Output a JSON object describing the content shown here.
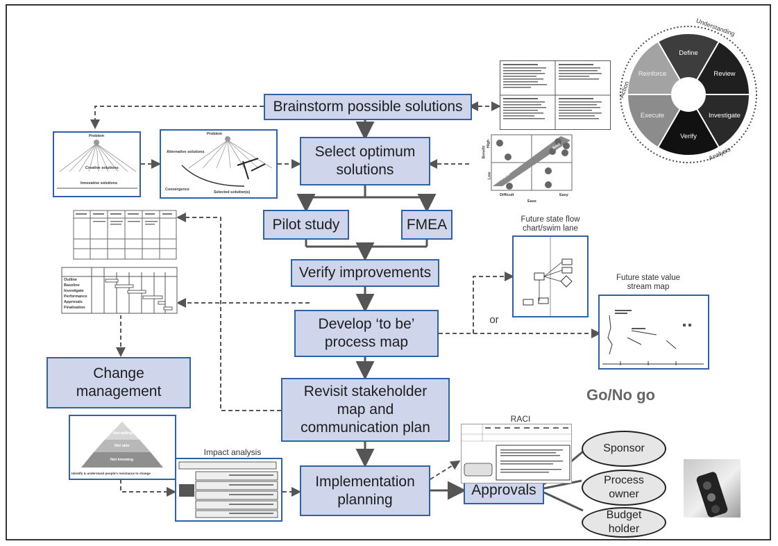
{
  "steps": {
    "brainstorm": "Brainstorm possible solutions",
    "select": "Select optimum solutions",
    "pilot": "Pilot study",
    "fmea": "FMEA",
    "verify": "Verify improvements",
    "develop": "Develop ‘to be’ process map",
    "revisit": "Revisit stakeholder map and communication plan",
    "implementation": "Implementation planning",
    "approvals": "Approvals",
    "change": "Change management"
  },
  "captions": {
    "future_flow": "Future state flow chart/swim lane",
    "future_vsm": "Future state value stream map",
    "impact": "Impact analysis",
    "raci": "RACI",
    "or": "or",
    "go_no_go": "Go/No go"
  },
  "approvers": [
    "Sponsor",
    "Process owner",
    "Budget holder"
  ],
  "cycle": {
    "segments": [
      "Define",
      "Review",
      "Investigate",
      "Verify",
      "Execute",
      "Reinforce"
    ],
    "outer_labels": [
      "Understanding",
      "Analysis",
      "Action"
    ]
  },
  "thumbnails": {
    "problem_tree": {
      "top": "Problem",
      "middle": "Creative solutions",
      "bottom": "Innovative solutions"
    },
    "convergence": {
      "top": "Problem",
      "left": "Alternative solutions",
      "bottom_left": "Convergence",
      "bottom": "Selected solution(s)"
    },
    "pyramid": {
      "levels": [
        "Not willing",
        "Not able",
        "Not knowing"
      ],
      "footer": "Identify & understand people's resistance to change"
    },
    "matrix": {
      "y_axis": "Benefit",
      "x_axis": "Ease",
      "x_low": "Difficult",
      "x_high": "Easy",
      "y_high": "High",
      "y_low": "Low",
      "band_low": "Worst",
      "band_high": "Best"
    },
    "gantt": {
      "rows": [
        "Outline",
        "Baseline",
        "Investigate",
        "Performance",
        "Approvals",
        "Finalisation"
      ]
    }
  },
  "colors": {
    "box_fill": "#cfd6ec",
    "box_border": "#2f61a8",
    "arrow": "#555555"
  }
}
